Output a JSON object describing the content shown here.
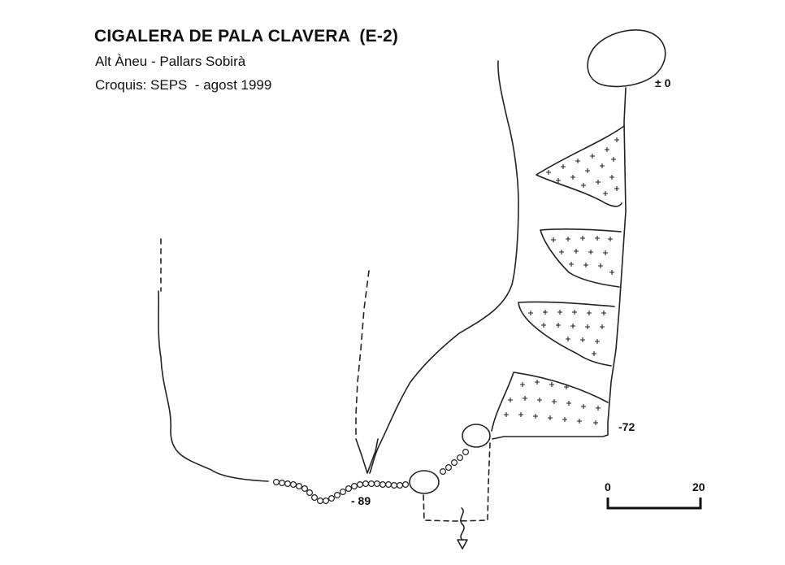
{
  "survey": {
    "title": "CIGALERA DE PALA CLAVERA  (E-2)",
    "location": "Alt Àneu - Pallars Sobirà",
    "credit": "Croquis: SEPS  - agost 1999"
  },
  "depths": {
    "entrance": "± 0",
    "shaft_bottom": "-72",
    "lowest": "- 89"
  },
  "scale": {
    "start": "0",
    "end": "20"
  },
  "colors": {
    "ink": "#222222",
    "background": "#ffffff"
  }
}
